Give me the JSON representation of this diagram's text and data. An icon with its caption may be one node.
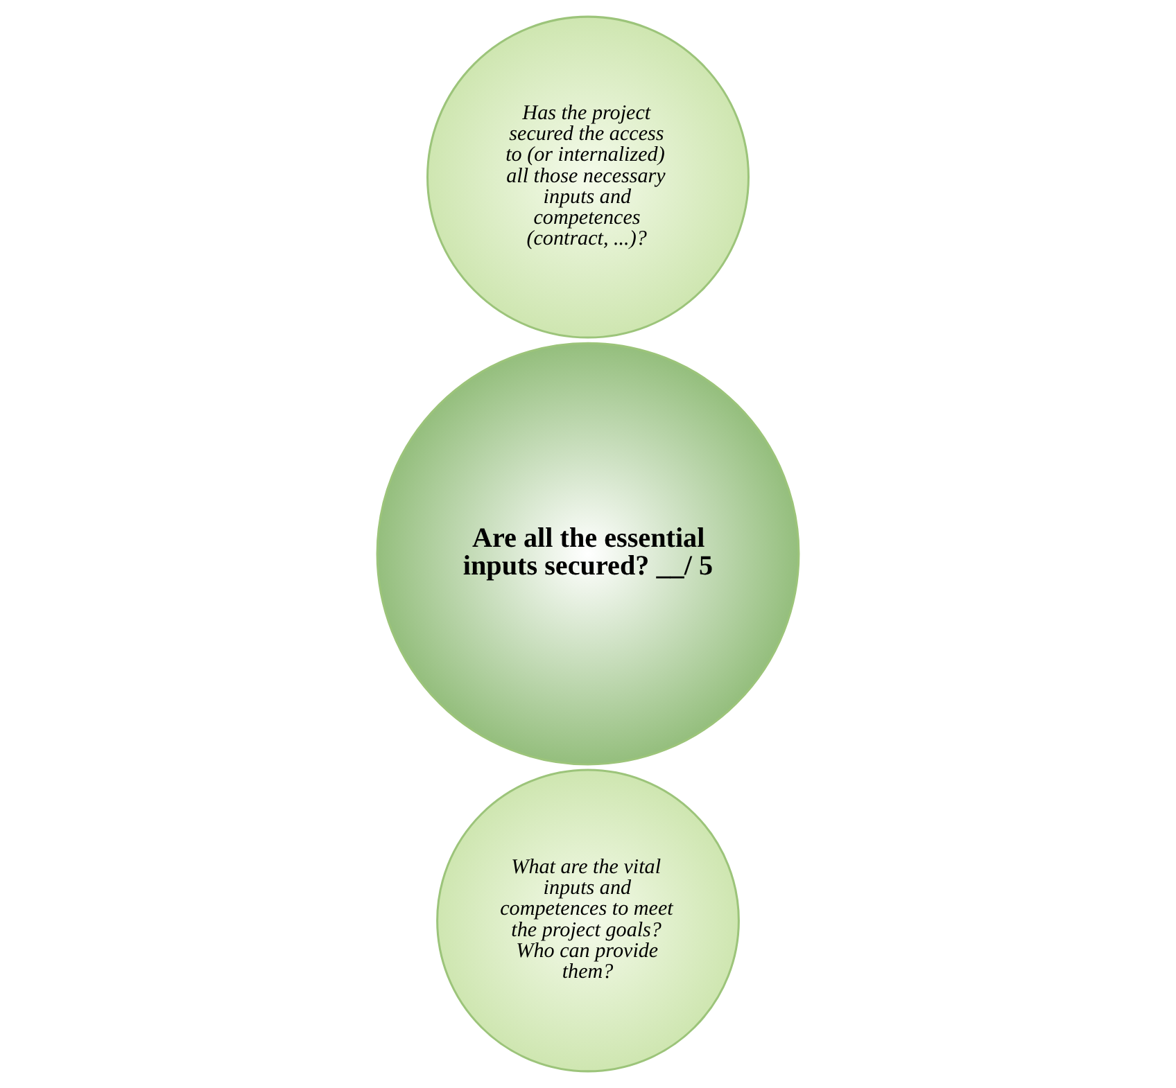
{
  "diagram": {
    "nodes": [
      {
        "text": [
          "What are the vital inputs and competences to meet the project goals? Who can provide them?"
        ]
      },
      {
        "text": [
          "Are all the essential inputs secured? __/ 5"
        ]
      },
      {
        "text": [
          "Has the project secured the access to (or internalized) all those necessary inputs and competences (contract, ...)?"
        ]
      }
    ]
  }
}
